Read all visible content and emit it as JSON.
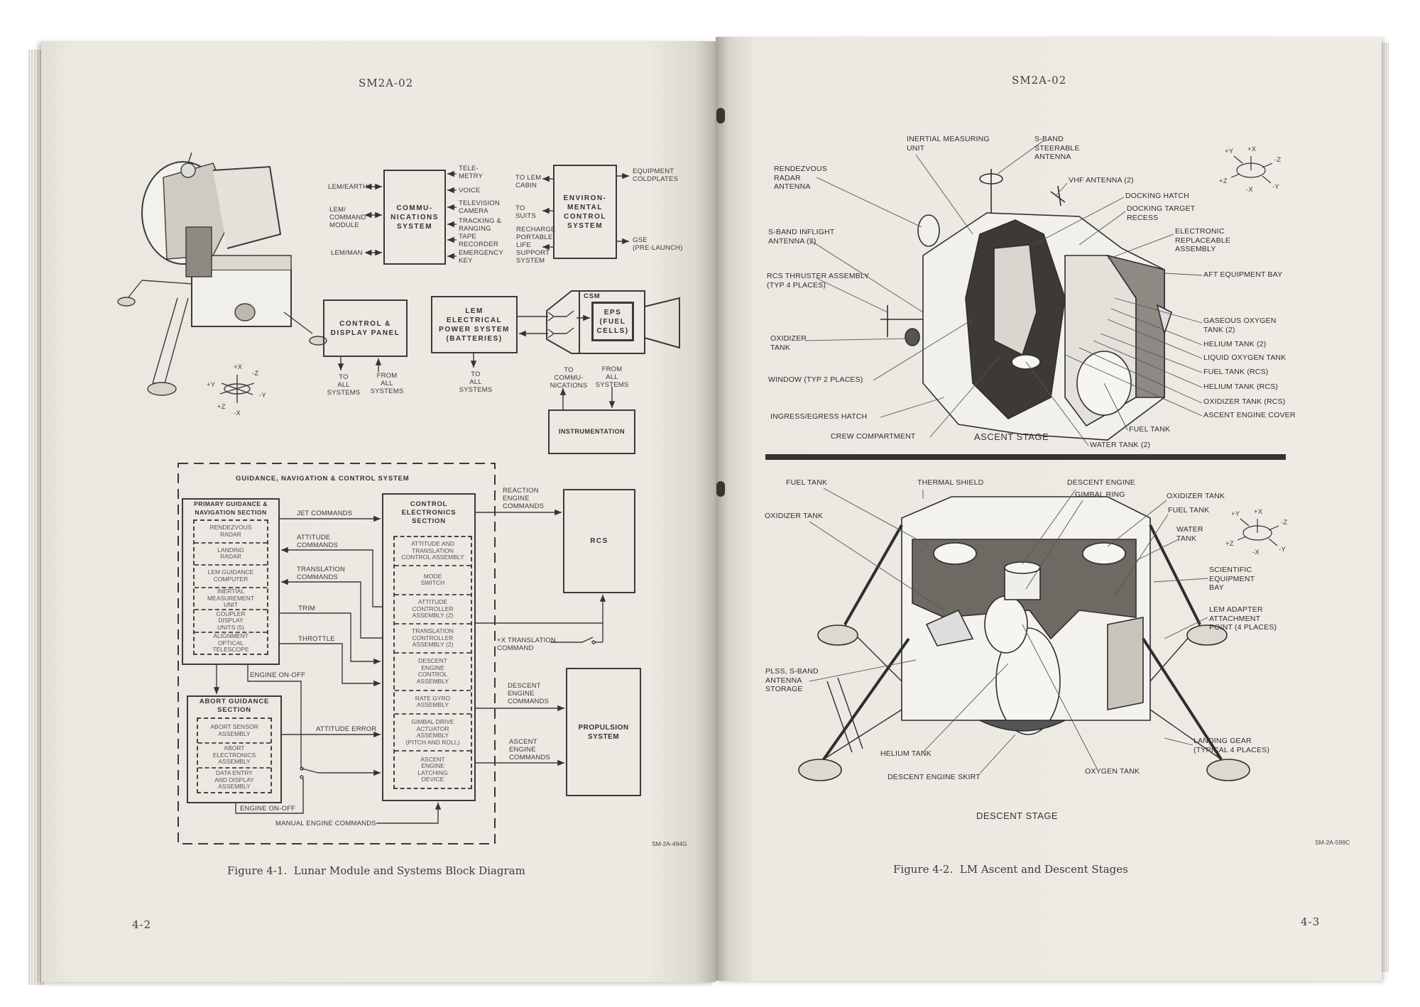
{
  "left_page": {
    "header": "SM2A-02",
    "page_number": "4-2",
    "figure_caption": "Figure 4-1.  Lunar Module and Systems Block Diagram",
    "drawing_id": "SM-2A-494G",
    "axes": [
      "+X",
      "-Z",
      "+Y",
      "-Y",
      "+Z",
      "-X"
    ],
    "boxes": {
      "communications": "COMMU-\nNICATIONS\nSYSTEM",
      "environmental": "ENVIRON-\nMENTAL\nCONTROL\nSYSTEM",
      "control_display": "CONTROL &\nDISPLAY PANEL",
      "electrical_power": "LEM\nELECTRICAL\nPOWER SYSTEM\n(BATTERIES)",
      "csm": "CSM",
      "csm_eps": "EPS\n(FUEL\nCELLS)",
      "instrumentation": "INSTRUMENTATION",
      "rcs": "RCS",
      "propulsion": "PROPULSION\nSYSTEM"
    },
    "gnc": {
      "title": "GUIDANCE, NAVIGATION & CONTROL SYSTEM",
      "primary_title": "PRIMARY GUIDANCE &\nNAVIGATION SECTION",
      "primary_items": [
        "RENDEZVOUS\nRADAR",
        "LANDING\nRADAR",
        "LEM GUIDANCE\nCOMPUTER",
        "INERTIAL\nMEASUREMENT\nUNIT",
        "COUPLER\nDISPLAY\nUNITS (5)",
        "ALIGNMENT\nOPTICAL\nTELESCOPE"
      ],
      "control_title": "CONTROL\nELECTRONICS\nSECTION",
      "control_items": [
        "ATTITUDE AND\nTRANSLATION\nCONTROL ASSEMBLY",
        "MODE\nSWITCH",
        "ATTITUDE\nCONTROLLER\nASSEMBLY (2)",
        "TRANSLATION\nCONTROLLER\nASSEMBLY (2)",
        "DESCENT\nENGINE\nCONTROL\nASSEMBLY",
        "RATE GYRO\nASSEMBLY",
        "GIMBAL DRIVE\nACTUATOR\nASSEMBLY\n(PITCH AND ROLL)",
        "ASCENT\nENGINE\nLATCHING\nDEVICE"
      ],
      "abort_title": "ABORT GUIDANCE\nSECTION",
      "abort_items": [
        "ABORT SENSOR\nASSEMBLY",
        "ABORT\nELECTRONICS\nASSEMBLY",
        "DATA ENTRY\nAND DISPLAY\nASSEMBLY"
      ]
    },
    "labels": [
      "LEM/EARTH",
      "LEM/\nCOMMAND\nMODULE",
      "LEM/MAN",
      "TELE-\nMETRY",
      "VOICE",
      "TELEVISION\nCAMERA",
      "TRACKING &\nRANGING",
      "TAPE\nRECORDER",
      "EMERGENCY\nKEY",
      "TO LEM\nCABIN",
      "TO\nSUITS",
      "RECHARGE\nPORTABLE\nLIFE\nSUPPORT\nSYSTEM",
      "EQUIPMENT\nCOLDPLATES",
      "GSE\n(PRE-LAUNCH)",
      "TO\nALL\nSYSTEMS",
      "FROM\nALL\nSYSTEMS",
      "TO\nALL\nSYSTEMS",
      "TO\nCOMMU-\nNICATIONS",
      "FROM\nALL\nSYSTEMS",
      "JET COMMANDS",
      "ATTITUDE\nCOMMANDS",
      "TRANSLATION\nCOMMANDS",
      "TRIM",
      "THROTTLE",
      "ENGINE ON-OFF",
      "ATTITUDE ERROR",
      "ENGINE ON-OFF",
      "MANUAL ENGINE COMMANDS",
      "REACTION\nENGINE\nCOMMANDS",
      "+X TRANSLATION\nCOMMAND",
      "DESCENT\nENGINE\nCOMMANDS",
      "ASCENT\nENGINE\nCOMMANDS"
    ]
  },
  "right_page": {
    "header": "SM2A-02",
    "page_number": "4-3",
    "figure_caption": "Figure 4-2.  LM Ascent and Descent Stages",
    "drawing_id": "SM-2A-599C",
    "axes": [
      "+X",
      "-Z",
      "+Y",
      "-Y",
      "+Z",
      "-X"
    ],
    "ascent": {
      "title": "ASCENT STAGE",
      "labels": [
        "INERTIAL MEASURING\nUNIT",
        "S-BAND\nSTEERABLE\nANTENNA",
        "RENDEZVOUS\nRADAR\nANTENNA",
        "VHF ANTENNA (2)",
        "DOCKING HATCH",
        "DOCKING TARGET\nRECESS",
        "ELECTRONIC\nREPLACEABLE\nASSEMBLY",
        "S-BAND INFLIGHT\nANTENNA (2)",
        "AFT EQUIPMENT BAY",
        "RCS THRUSTER ASSEMBLY\n(TYP 4 PLACES)",
        "GASEOUS OXYGEN\nTANK (2)",
        "OXIDIZER\nTANK",
        "HELIUM TANK (2)",
        "LIQUID OXYGEN TANK",
        "FUEL TANK (RCS)",
        "WINDOW (TYP 2 PLACES)",
        "HELIUM TANK (RCS)",
        "OXIDIZER TANK (RCS)",
        "INGRESS/EGRESS HATCH",
        "ASCENT ENGINE COVER",
        "FUEL TANK",
        "CREW COMPARTMENT",
        "WATER TANK (2)"
      ]
    },
    "descent": {
      "title": "DESCENT STAGE",
      "labels": [
        "FUEL TANK",
        "THERMAL SHIELD",
        "DESCENT ENGINE",
        "GIMBAL RING",
        "OXIDIZER TANK",
        "FUEL TANK",
        "OXIDIZER TANK",
        "WATER\nTANK",
        "SCIENTIFIC\nEQUIPMENT\nBAY",
        "LEM ADAPTER\nATTACHMENT\nPOINT (4 PLACES)",
        "PLSS, S-BAND\nANTENNA\nSTORAGE",
        "LANDING GEAR\n(TYPICAL 4 PLACES)",
        "HELIUM TANK",
        "OXYGEN TANK",
        "DESCENT ENGINE SKIRT"
      ]
    }
  }
}
